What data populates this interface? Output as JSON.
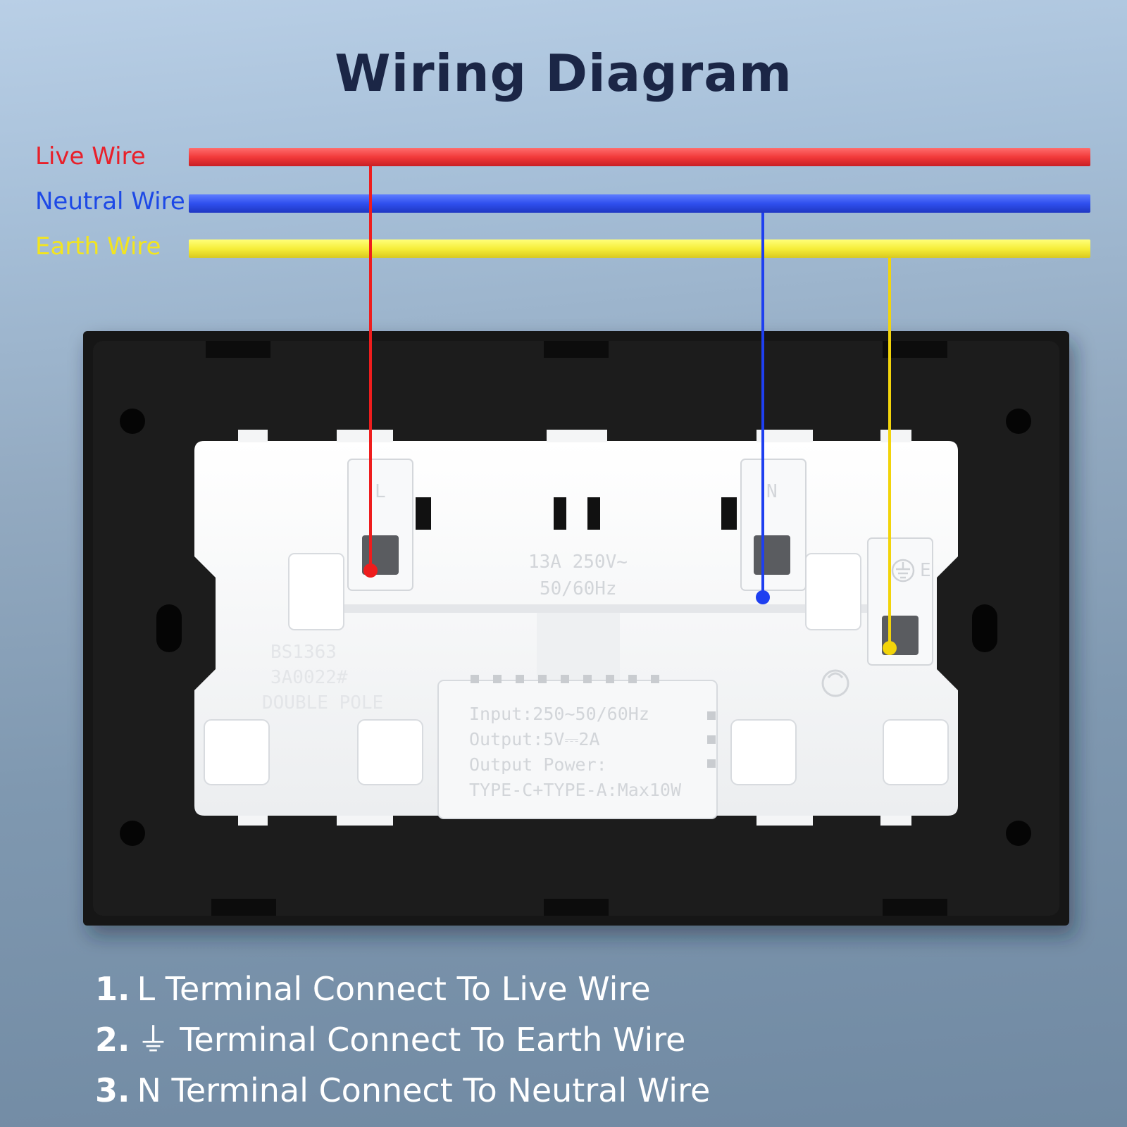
{
  "title": "Wiring Diagram",
  "wires": [
    {
      "label": "Live Wire",
      "color": "#e8282a",
      "terminal": "L"
    },
    {
      "label": "Neutral Wire",
      "color": "#2547e0",
      "terminal": "N"
    },
    {
      "label": "Earth Wire",
      "color": "#f2e92c",
      "terminal": "E"
    }
  ],
  "socket": {
    "terminal_letters": {
      "live": "L",
      "neutral": "N",
      "earth": "E"
    },
    "rating_line1": "13A 250V~",
    "rating_line2": "50/60Hz",
    "standard_line1": "BS1363",
    "standard_line2": "3A0022#",
    "standard_line3": "DOUBLE POLE",
    "usb_module": {
      "input": "Input:250~50/60Hz",
      "output": "Output:5V⎓2A",
      "output_power": "Output Power:",
      "types": "TYPE-C+TYPE-A:Max10W"
    }
  },
  "instructions": [
    {
      "number": "1.",
      "prefix": "L",
      "text": "Terminal Connect To Live Wire"
    },
    {
      "number": "2.",
      "prefix": "⏚",
      "text": "Terminal Connect To Earth Wire"
    },
    {
      "number": "3.",
      "prefix": "N",
      "text": "Terminal Connect To Neutral Wire"
    }
  ]
}
